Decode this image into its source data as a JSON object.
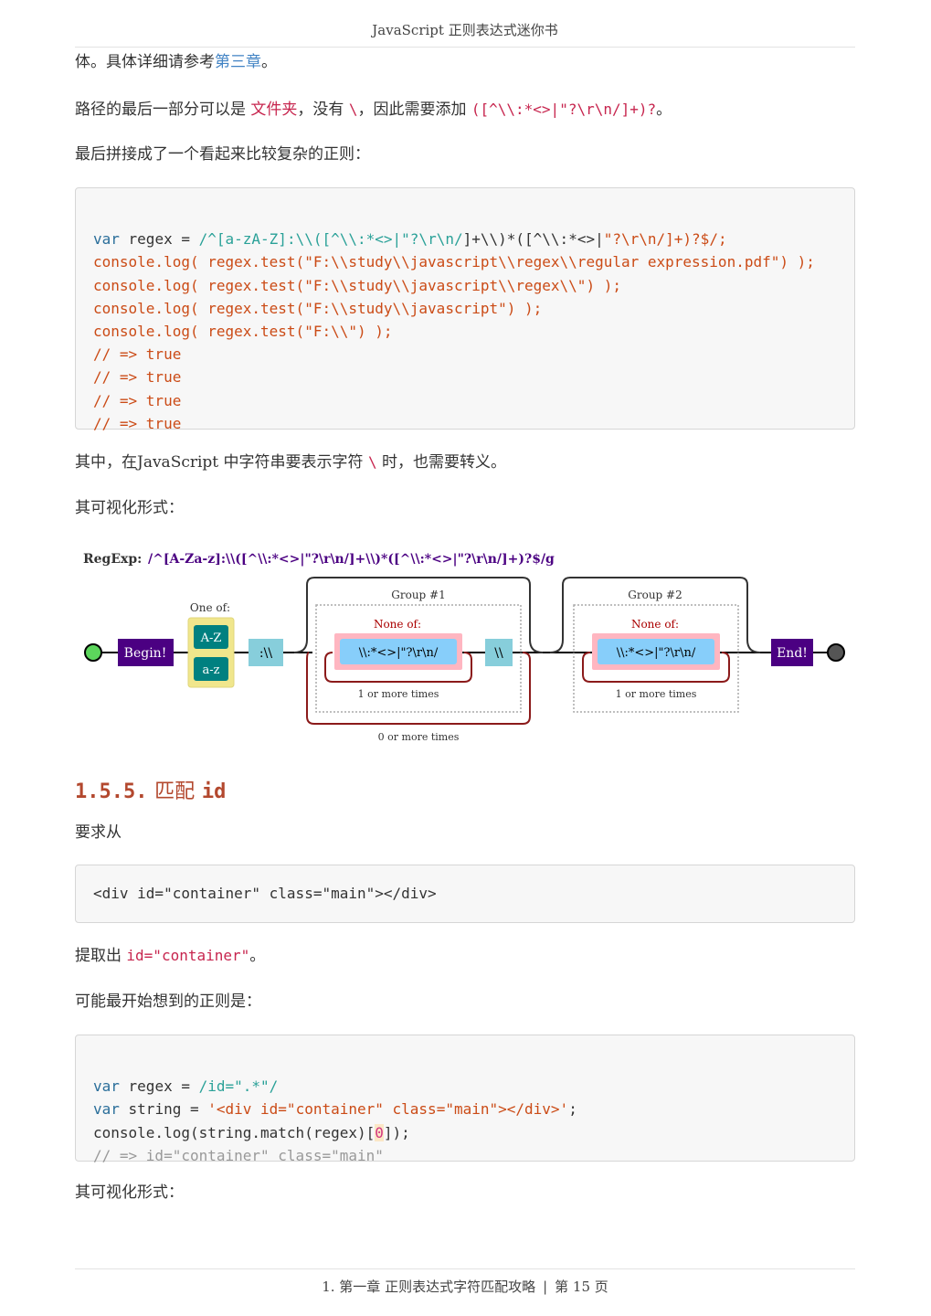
{
  "header": {
    "title": "JavaScript 正则表达式迷你书"
  },
  "p1": {
    "text_before": "体。具体详细请参考",
    "link": "第三章",
    "text_after": "。"
  },
  "p2": {
    "text_before": "路径的最后一部分可以是 ",
    "code1": "文件夹",
    "text_mid1": "，没有 ",
    "code2": "\\",
    "text_mid2": "，因此需要添加 ",
    "code3": "([^\\\\:*<>|\"?\\r\\n/]+)?",
    "text_after": "。"
  },
  "p3": {
    "text": "最后拼接成了一个看起来比较复杂的正则："
  },
  "code1": {
    "l1_kw": "var",
    "l1_name": " regex = ",
    "l1_re": "/^[a-zA-Z]:\\\\([^\\\\:*<>|\"?\\r\\n/",
    "l1_mid": "]+\\\\)*([^\\\\:*<>|",
    "l1_tail": "\"?\\r\\n/]+)?$/;",
    "l2": "console.log( regex.test(\"F:\\\\study\\\\javascript\\\\regex\\\\regular expression.pdf\") );",
    "l3": "console.log( regex.test(\"F:\\\\study\\\\javascript\\\\regex\\\\\") );",
    "l4": "console.log( regex.test(\"F:\\\\study\\\\javascript\") );",
    "l5": "console.log( regex.test(\"F:\\\\\") );",
    "l6": "// => true",
    "l7": "// => true",
    "l8": "// => true",
    "l9": "// => true"
  },
  "p4": {
    "text_before": "其中，在JavaScript 中字符串要表示字符 ",
    "code": "\\",
    "text_after": " 时，也需要转义。"
  },
  "p5": {
    "text": "其可视化形式："
  },
  "diagram": {
    "regexp_label": "RegExp:",
    "regexp_value": "/^[A-Za-z]:\\\\([^\\\\:*<>|\"?\\r\\n/]+\\\\)*([^\\\\:*<>|\"?\\r\\n/]+)?$/g",
    "begin": "Begin!",
    "end": "End!",
    "one_of": "One of:",
    "range1": "A-Z",
    "range2": "a-z",
    "literal1": ":\\\\",
    "group1": "Group #1",
    "group2": "Group #2",
    "none_of": "None of:",
    "set_chars": "\\\\:*<>|\"?\\r\\n/",
    "literal2": "\\\\",
    "one_or_more": "1 or more times",
    "zero_or_more": "0 or more times",
    "colors": {
      "begin_end": "#4b0082",
      "literal": "#87cedb",
      "charset": "#87cefa",
      "none_of_bg": "#ffb6c1",
      "one_of_bg": "#f0e68c",
      "range": "#008080",
      "loop": "#8b1a1a"
    }
  },
  "h3": {
    "number": "1.5.5.",
    "text_zh": "匹配",
    "text_en": "id"
  },
  "p6": {
    "text": "要求从"
  },
  "code2": {
    "l1": "<div id=\"container\" class=\"main\"></div>"
  },
  "p7": {
    "text_before": "提取出 ",
    "code": "id=\"container\"",
    "text_after": "。"
  },
  "p8": {
    "text": "可能最开始想到的正则是："
  },
  "code3": {
    "l1_kw": "var",
    "l1_name": " regex = ",
    "l1_re": "/id=\".*\"/",
    "l2_kw": "var",
    "l2_name": " string = ",
    "l2_str": "'<div id=\"container\" class=\"main\"></div>'",
    "l2_end": ";",
    "l3_a": "console.log(string.match(regex)[",
    "l3_num": "0",
    "l3_b": "]);",
    "l4": "// => id=\"container\" class=\"main\""
  },
  "p9": {
    "text": "其可视化形式："
  },
  "footer": {
    "chapter": "1. 第一章 正则表达式字符匹配攻略",
    "sep": "|",
    "page": "第 15 页"
  }
}
